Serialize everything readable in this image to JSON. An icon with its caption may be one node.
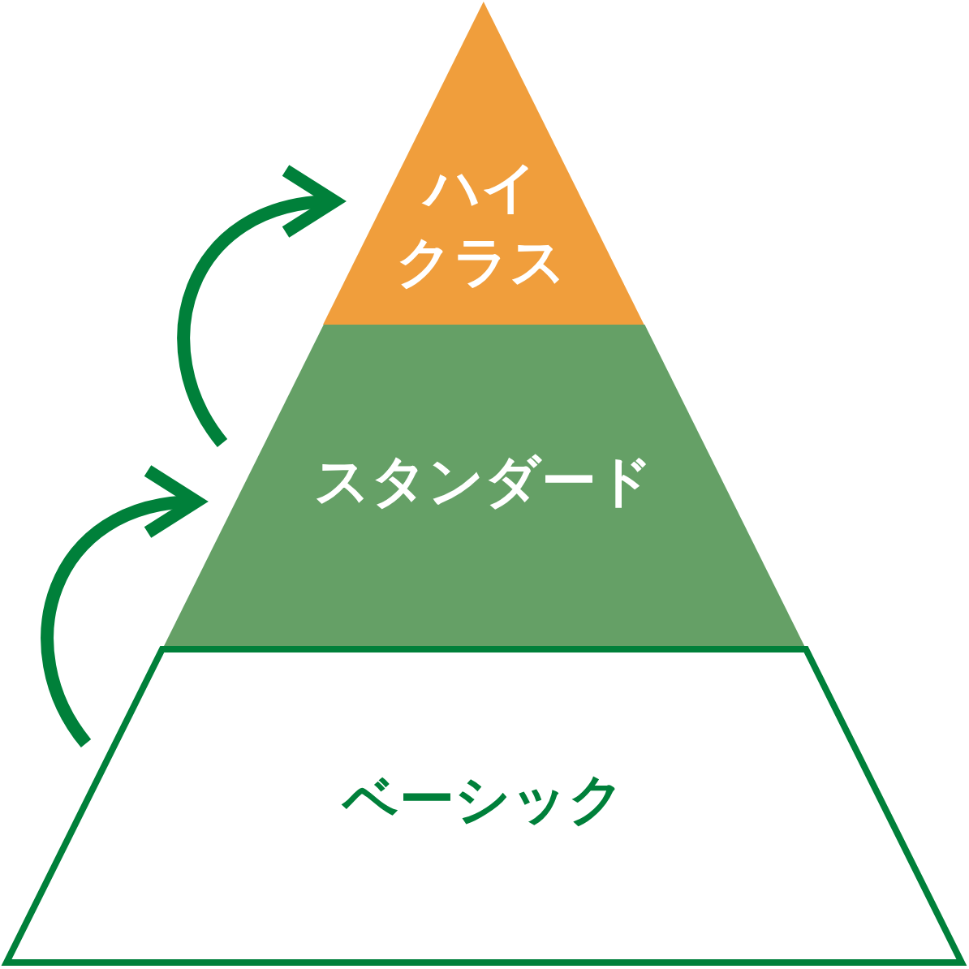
{
  "diagram": {
    "nodes": [
      {
        "text": [
          "ハイクラス"
        ]
      },
      {
        "text": [
          "スタンダード"
        ]
      },
      {
        "text": [
          "ベーシック"
        ]
      }
    ],
    "edges": [
      {
        "from": 2,
        "to": 1,
        "arrow": "to"
      },
      {
        "from": 1,
        "to": 0,
        "arrow": "to"
      }
    ]
  }
}
